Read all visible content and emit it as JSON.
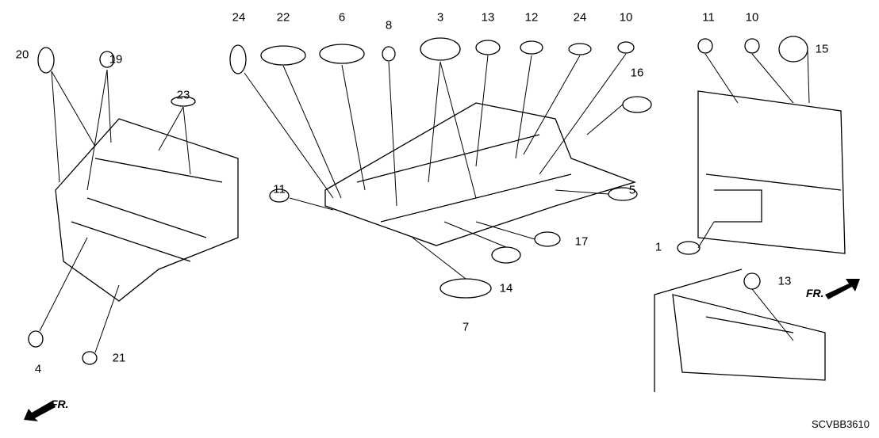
{
  "diagram_code": "SCVBB3610",
  "direction_label": "FR.",
  "callouts": [
    "20",
    "19",
    "23",
    "4",
    "21",
    "24",
    "22",
    "6",
    "8",
    "3",
    "13",
    "12",
    "24",
    "10",
    "16",
    "11",
    "5",
    "17",
    "14",
    "7",
    "11",
    "10",
    "15",
    "1",
    "13"
  ],
  "colors": {
    "line": "#000000",
    "part_fill": "#ffffff",
    "shade": "#d8d8d8"
  }
}
